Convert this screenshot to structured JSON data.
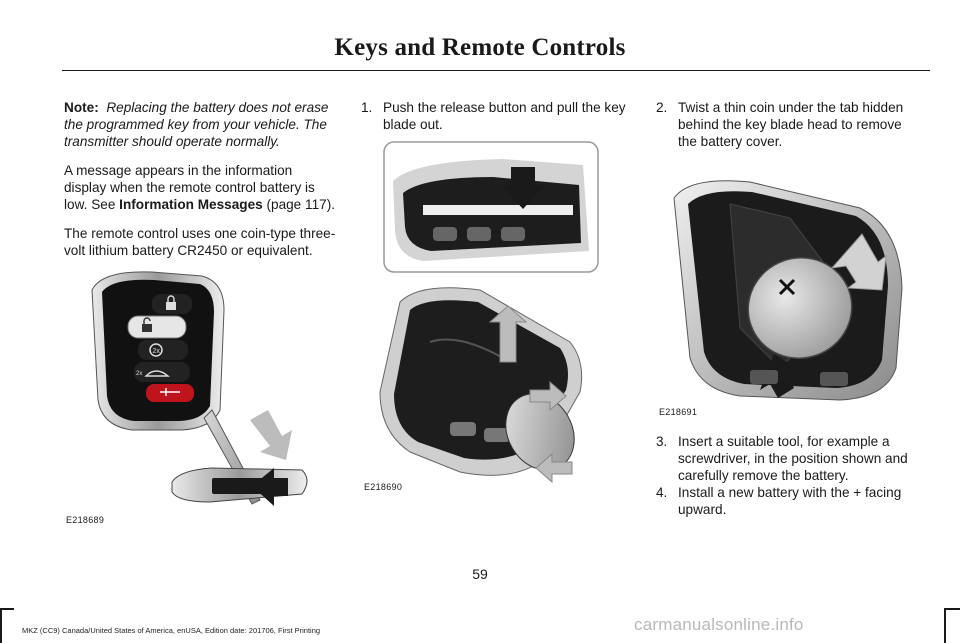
{
  "header": {
    "title": "Keys and Remote Controls"
  },
  "left_column": {
    "note_label": "Note:",
    "note_text": "Replacing the battery does not erase the programmed key from your vehicle.  The transmitter should operate normally.",
    "message_text": "A message appears in the information display when the remote control battery is low.  See ",
    "message_link": "Information Messages",
    "message_ref": " (page 117).",
    "battery_text": "The remote control uses one coin-type three-volt lithium battery CR2450 or equivalent.",
    "figure_code": "E218689"
  },
  "middle_column": {
    "step_number": "1.",
    "step_text": "Push the release button and pull the key blade out.",
    "figure_code": "E218690"
  },
  "right_column": {
    "step2_number": "2.",
    "step2_text": "Twist a thin coin under the tab hidden behind the key blade head to remove the battery cover.",
    "figure_code": "E218691",
    "step3_number": "3.",
    "step3_text": "Insert a suitable tool, for example a screwdriver, in the position shown and carefully remove the battery.",
    "step4_number": "4.",
    "step4_text": "Install a new battery with the + facing upward."
  },
  "footer": {
    "page_number": "59",
    "edition": "MKZ (CC9) Canada/United States of America, enUSA, Edition date: 201706, First Printing",
    "watermark": "carmanualsonline.info"
  },
  "colors": {
    "text": "#1a1a1a",
    "key_red": "#c0141c",
    "arrow_fill": "#1a1a1a",
    "arrow_gray": "#bcbcbc"
  },
  "icons": [
    "lock-icon",
    "unlock-icon",
    "trunk-icon",
    "remote-start-icon",
    "panic-icon"
  ]
}
